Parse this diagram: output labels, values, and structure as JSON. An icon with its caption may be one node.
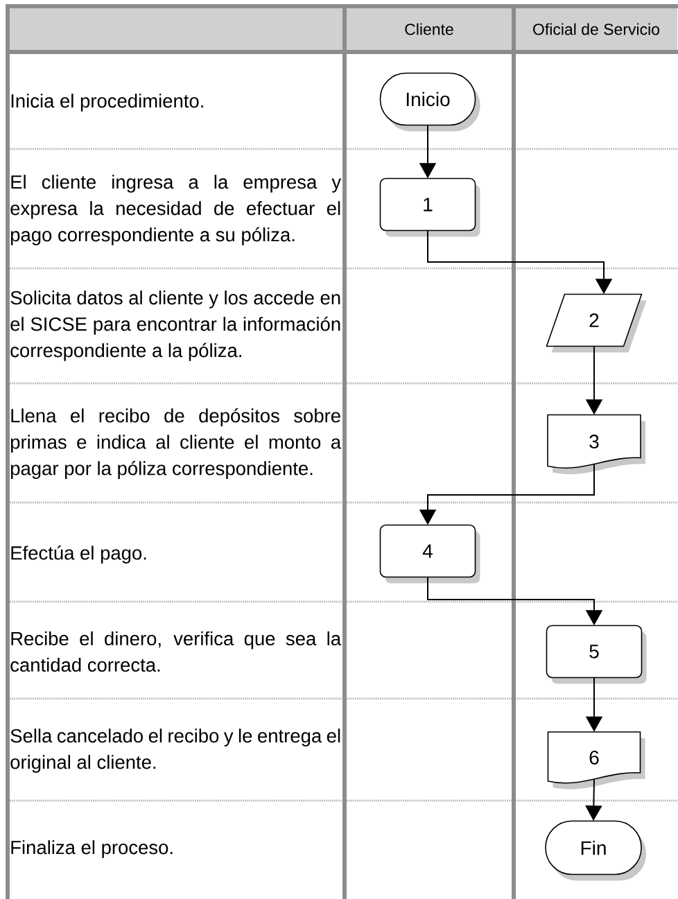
{
  "diagram": {
    "nodes": [
      {
        "text": [
          "Inicio"
        ]
      },
      {
        "text": [
          "1"
        ]
      },
      {
        "text": [
          "2"
        ]
      },
      {
        "text": [
          "3"
        ]
      },
      {
        "text": [
          "4"
        ]
      },
      {
        "text": [
          "5"
        ]
      },
      {
        "text": [
          "6"
        ]
      },
      {
        "text": [
          "Fin"
        ]
      }
    ],
    "edges": [
      {
        "from": 0,
        "to": 1,
        "arrow": "to"
      },
      {
        "from": 1,
        "to": 2,
        "arrow": "to"
      },
      {
        "from": 2,
        "to": 3,
        "arrow": "to"
      },
      {
        "from": 3,
        "to": 4,
        "arrow": "to"
      },
      {
        "from": 4,
        "to": 5,
        "arrow": "to"
      },
      {
        "from": 5,
        "to": 6,
        "arrow": "to"
      },
      {
        "from": 6,
        "to": 7,
        "arrow": "to"
      }
    ],
    "labels": [
      "Cliente",
      "Oficial de Servicio",
      "Inicia el procedimiento.",
      "El cliente ingresa a la empresa y expresa la necesidad de efectuar el pago correspondiente a su póliza.",
      "Solicita datos al cliente  y los accede en el SICSE para encontrar la información correspondiente a la póliza.",
      "Llena el recibo de depósitos sobre primas e indica al cliente el monto a pagar por la póliza correspondiente.",
      "Efectúa el pago.",
      "Recibe el dinero, verifica que sea la cantidad correcta.",
      "Sella cancelado el recibo y le entrega el original al cliente.",
      "Finaliza el proceso."
    ]
  }
}
